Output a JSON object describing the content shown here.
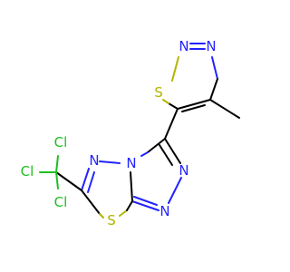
{
  "molecule": {
    "colors": {
      "N": "#2323ff",
      "S": "#b4b400",
      "Cl": "#1fbf1f",
      "C": "#000000"
    },
    "labels": {
      "s_thiadiazole": "S",
      "n_thiadiazole_1": "N",
      "n_thiadiazole_2": "N",
      "n_triazole_bridge": "N",
      "n_triazole_3": "N",
      "n_triazole_2": "N",
      "n_fused_ring": "N",
      "s_fused_ring": "S",
      "cl_top": "Cl",
      "cl_left": "Cl",
      "cl_bottom": "Cl"
    }
  }
}
